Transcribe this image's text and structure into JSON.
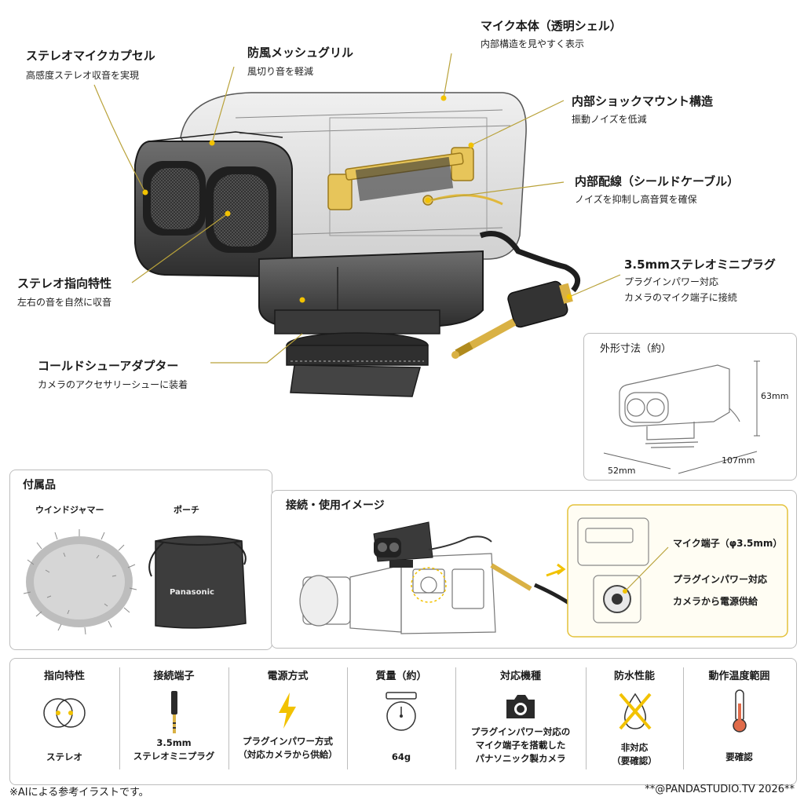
{
  "callouts": {
    "capsule": {
      "title": "ステレオマイクカプセル",
      "sub": "高感度ステレオ収音を実現"
    },
    "windmesh": {
      "title": "防風メッシュグリル",
      "sub": "風切り音を軽減"
    },
    "body": {
      "title": "マイク本体（透明シェル）",
      "sub": "内部構造を見やすく表示"
    },
    "shock": {
      "title": "内部ショックマウント構造",
      "sub": "振動ノイズを低減"
    },
    "wiring": {
      "title": "内部配線（シールドケーブル）",
      "sub": "ノイズを抑制し高音質を確保"
    },
    "plug": {
      "title": "3.5mmステレオミニプラグ",
      "sub1": "プラグインパワー対応",
      "sub2": "カメラのマイク端子に接続"
    },
    "directivity": {
      "title": "ステレオ指向特性",
      "sub": "左右の音を自然に収音"
    },
    "shoe": {
      "title": "コールドシューアダプター",
      "sub": "カメラのアクセサリーシューに装着"
    }
  },
  "dimensions": {
    "title": "外形寸法（約）",
    "height": "63mm",
    "width": "107mm",
    "depth": "52mm"
  },
  "accessories": {
    "title": "付属品",
    "item1": "ウインドジャマー",
    "item2": "ポーチ",
    "pouch_brand": "Panasonic"
  },
  "connection": {
    "title": "接続・使用イメージ",
    "port": "マイク端子（φ3.5mm）",
    "plugin": "プラグインパワー対応",
    "power": "カメラから電源供給"
  },
  "specs": [
    {
      "title": "指向特性",
      "icon": "stereo-pattern-icon",
      "lines": [
        "ステレオ"
      ]
    },
    {
      "title": "接続端子",
      "icon": "mini-plug-icon",
      "lines": [
        "3.5mm",
        "ステレオミニプラグ"
      ]
    },
    {
      "title": "電源方式",
      "icon": "lightning-icon",
      "lines": [
        "プラグインパワー方式",
        "（対応カメラから供給）"
      ]
    },
    {
      "title": "質量（約）",
      "icon": "scale-icon",
      "lines": [
        "64g"
      ]
    },
    {
      "title": "対応機種",
      "icon": "camera-icon",
      "lines": [
        "プラグインパワー対応の",
        "マイク端子を搭載した",
        "パナソニック製カメラ"
      ]
    },
    {
      "title": "防水性能",
      "icon": "no-water-icon",
      "lines": [
        "非対応",
        "（要確認）"
      ]
    },
    {
      "title": "動作温度範囲",
      "icon": "thermometer-icon",
      "lines": [
        "要確認"
      ]
    }
  ],
  "footer": {
    "left": "※AIによる参考イラストです。",
    "right": "**@PANDASTUDIO.TV 2026**"
  },
  "colors": {
    "accent": "#f2c200",
    "callout_line": "#b9a23a",
    "gold": "#d9b144"
  }
}
